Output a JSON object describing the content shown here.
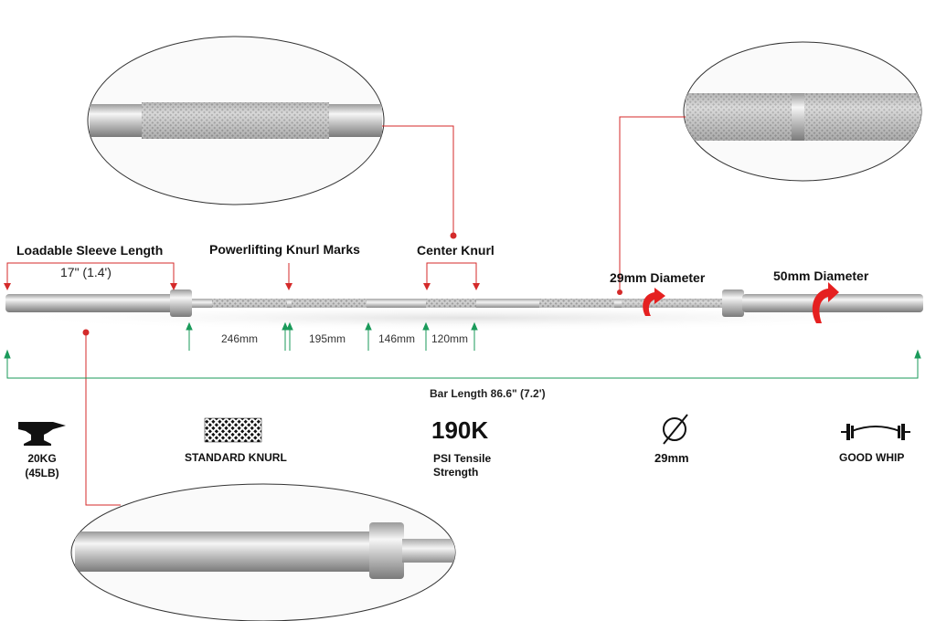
{
  "labels": {
    "sleeve_length": "Loadable Sleeve Length",
    "sleeve_value": "17\" (1.4')",
    "powerlifting_marks": "Powerlifting Knurl Marks",
    "center_knurl": "Center Knurl",
    "diameter_29": "29mm Diameter",
    "diameter_50": "50mm Diameter",
    "bar_length": "Bar Length 86.6\" (7.2')"
  },
  "measurements": [
    "246mm",
    "195mm",
    "146mm",
    "120mm"
  ],
  "features": [
    {
      "icon": "anvil-icon",
      "line1": "20KG",
      "line2": "(45LB)"
    },
    {
      "icon": "knurl-swatch-icon",
      "line1": "STANDARD KNURL",
      "line2": ""
    },
    {
      "icon": "text-190k",
      "big": "190K",
      "line1": "PSI Tensile",
      "line2": "Strength"
    },
    {
      "icon": "diameter-icon",
      "line1": "29mm",
      "line2": ""
    },
    {
      "icon": "barbell-whip-icon",
      "line1": "GOOD WHIP",
      "line2": ""
    }
  ],
  "colors": {
    "callout": "#d42a2a",
    "measure": "#1a9a5a",
    "arrow_red": "#e52020",
    "steel_light": "#eeeeee",
    "steel_dark": "#8a8a8a"
  }
}
